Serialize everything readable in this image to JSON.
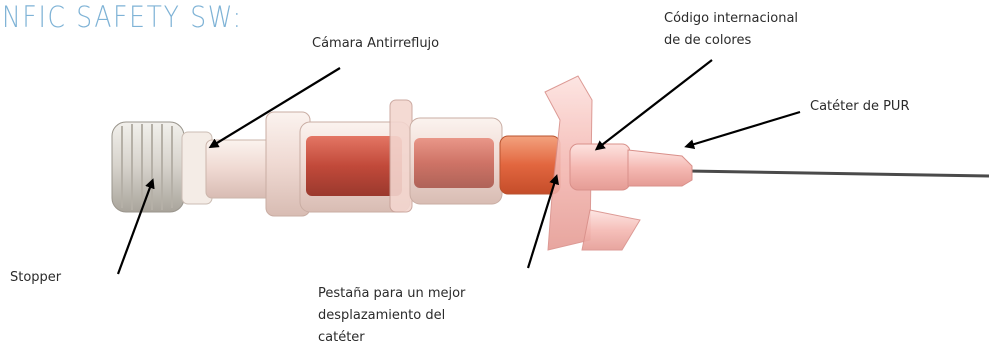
{
  "title": "NFIC SAFETY SW:",
  "labels": {
    "camara": "Cámara Antirreflujo",
    "codigo_line1": "Código internacional",
    "codigo_line2": "de de colores",
    "cateter": "Catéter de PUR",
    "stopper": "Stopper",
    "pestana_line1": "Pestaña para un mejor",
    "pestana_line2": "desplazamiento del",
    "pestana_line3": "catéter"
  },
  "colors": {
    "title": "#7fb3d6",
    "catheter_pink": "#f5b7b7",
    "chamber_red": "#c0392b",
    "cap_grey": "#d9d6d0",
    "needle": "#555555",
    "arrow": "#000000"
  }
}
